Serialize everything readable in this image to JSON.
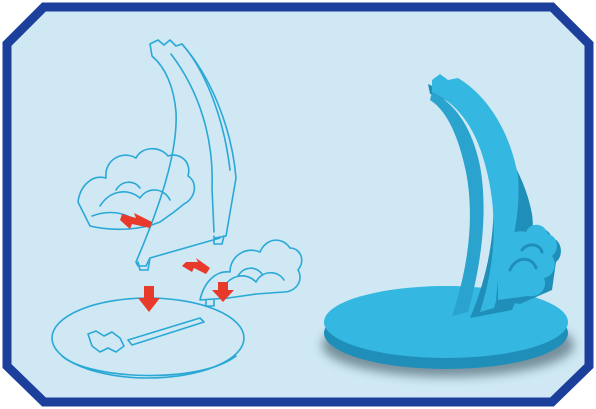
{
  "figure": {
    "frame": {
      "fill_color": "#cfe8f4",
      "border_color": "#1d3f9c"
    },
    "exploded_view": {
      "line_color": "#2aa8d6",
      "arrow_color": "#e83a2a",
      "arrow_count": 4,
      "parts": [
        "curved-stand",
        "left-wave-piece",
        "right-wave-piece",
        "oval-base-with-slot"
      ]
    },
    "assembled_view": {
      "fill_color": "#34b7e0",
      "shade_color": "#1f8fba",
      "shadow_color": "#2f4a55"
    }
  }
}
